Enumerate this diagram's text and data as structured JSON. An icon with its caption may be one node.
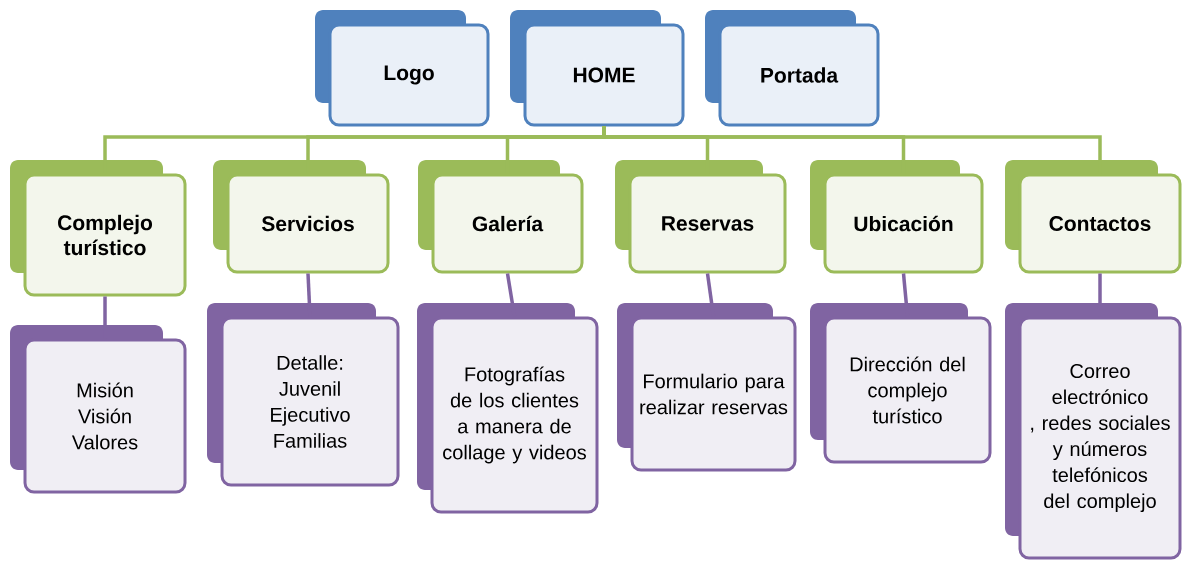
{
  "diagram": {
    "nodes": [
      {
        "text": [
          "Logo"
        ]
      },
      {
        "text": [
          "HOME"
        ]
      },
      {
        "text": [
          "Portada"
        ]
      },
      {
        "text": [
          "Complejo turístico"
        ]
      },
      {
        "text": [
          "Servicios"
        ]
      },
      {
        "text": [
          "Galería"
        ]
      },
      {
        "text": [
          "Reservas"
        ]
      },
      {
        "text": [
          "Ubicación"
        ]
      },
      {
        "text": [
          "Contactos"
        ]
      },
      {
        "text": [
          "Misión",
          "Visión",
          "Valores"
        ]
      },
      {
        "text": [
          "Detalle:",
          "Juvenil",
          "Ejecutivo",
          "Familias"
        ]
      },
      {
        "text": [
          "Fotografías de los clientes a manera de collage y videos"
        ]
      },
      {
        "text": [
          "Formulario para realizar reservas"
        ]
      },
      {
        "text": [
          "Dirección del complejo turístico"
        ]
      },
      {
        "text": [
          "Correo electrónico , redes sociales y números telefónicos del complejo"
        ]
      }
    ],
    "edges": [
      {
        "from": 1,
        "to": 3,
        "arrow": "none"
      },
      {
        "from": 1,
        "to": 4,
        "arrow": "none"
      },
      {
        "from": 1,
        "to": 5,
        "arrow": "none"
      },
      {
        "from": 1,
        "to": 6,
        "arrow": "none"
      },
      {
        "from": 1,
        "to": 7,
        "arrow": "none"
      },
      {
        "from": 1,
        "to": 8,
        "arrow": "none"
      },
      {
        "from": 3,
        "to": 9,
        "arrow": "none",
        "color": "#8064a2"
      },
      {
        "from": 4,
        "to": 10,
        "arrow": "none",
        "color": "#8064a2"
      },
      {
        "from": 5,
        "to": 11,
        "arrow": "none",
        "color": "#8064a2"
      },
      {
        "from": 6,
        "to": 12,
        "arrow": "none",
        "color": "#8064a2"
      },
      {
        "from": 7,
        "to": 13,
        "arrow": "none",
        "color": "#8064a2"
      },
      {
        "from": 8,
        "to": 14,
        "arrow": "none",
        "color": "#8064a2"
      }
    ]
  }
}
